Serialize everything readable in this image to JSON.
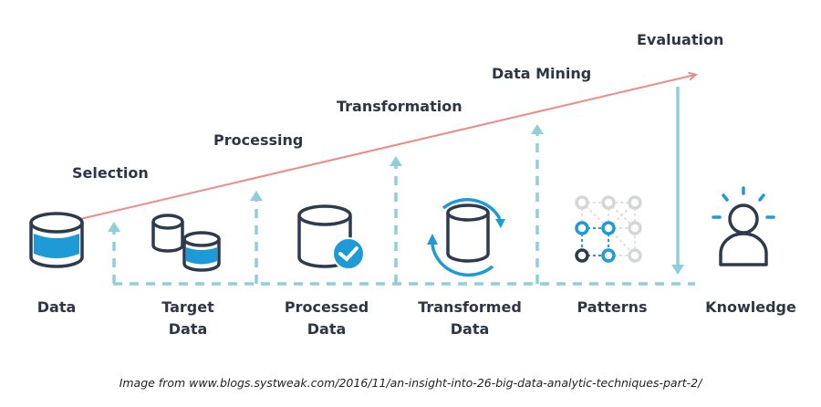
{
  "diagram": {
    "title": "Data mining process",
    "steps": [
      {
        "label": "Selection"
      },
      {
        "label": "Processing"
      },
      {
        "label": "Transformation"
      },
      {
        "label": "Data Mining"
      },
      {
        "label": "Evaluation"
      }
    ],
    "nodes": [
      {
        "label": [
          "Data"
        ],
        "icon": "database-icon"
      },
      {
        "label": [
          "Target",
          "Data"
        ],
        "icon": "database-subset-icon"
      },
      {
        "label": [
          "Processed",
          "Data"
        ],
        "icon": "database-check-icon"
      },
      {
        "label": [
          "Transformed",
          "Data"
        ],
        "icon": "database-cycle-icon"
      },
      {
        "label": [
          "Patterns"
        ],
        "icon": "pattern-grid-icon"
      },
      {
        "label": [
          "Knowledge"
        ],
        "icon": "person-idea-icon"
      }
    ],
    "colors": {
      "dark": "#2e3a4e",
      "blue": "#1e9ad6",
      "dashed": "#8ecfdc",
      "trend": "#ee8a88",
      "grey": "#d4d6d8"
    }
  },
  "caption": "Image from www.blogs.systweak.com/2016/11/an-insight-into-26-big-data-analytic-techniques-part-2/"
}
